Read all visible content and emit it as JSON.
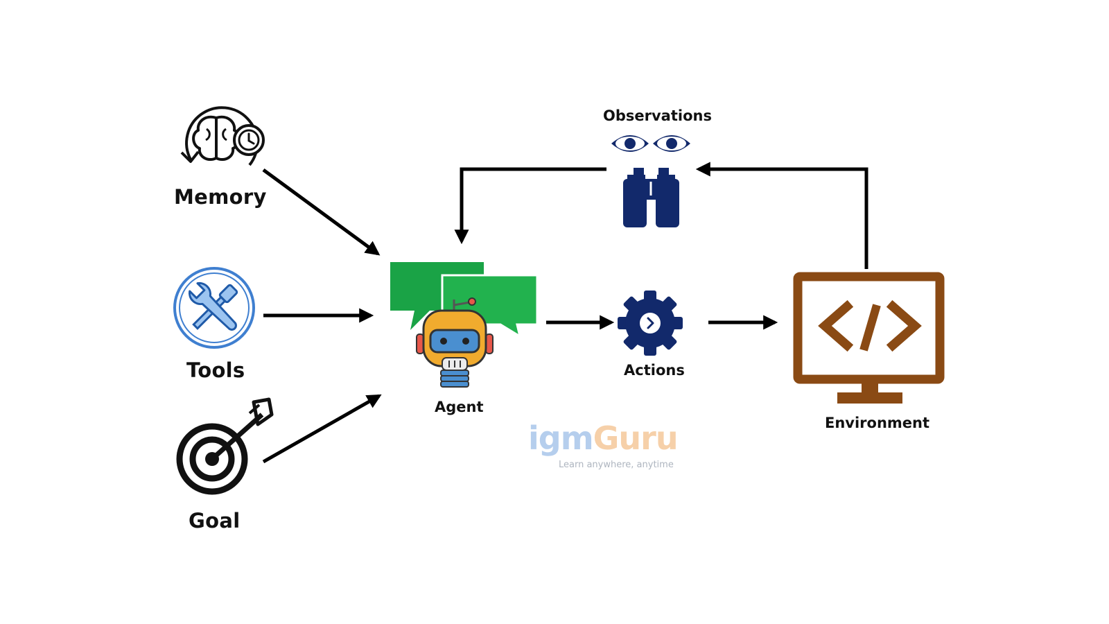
{
  "nodes": {
    "memory": {
      "label": "Memory",
      "icon": "brain-memory-icon"
    },
    "tools": {
      "label": "Tools",
      "icon": "tools-icon"
    },
    "goal": {
      "label": "Goal",
      "icon": "target-icon"
    },
    "agent": {
      "label": "Agent",
      "icon": "robot-agent-icon"
    },
    "actions": {
      "label": "Actions",
      "icon": "gear-icon"
    },
    "environment": {
      "label": "Environment",
      "icon": "code-monitor-icon"
    },
    "observations": {
      "label": "Observations",
      "icon": "binoculars-icon"
    }
  },
  "edges": [
    {
      "from": "memory",
      "to": "agent"
    },
    {
      "from": "tools",
      "to": "agent"
    },
    {
      "from": "goal",
      "to": "agent"
    },
    {
      "from": "agent",
      "to": "actions"
    },
    {
      "from": "actions",
      "to": "environment"
    },
    {
      "from": "environment",
      "to": "observations"
    },
    {
      "from": "observations",
      "to": "agent"
    }
  ],
  "watermark": {
    "brand_part1": "igm",
    "brand_part2": "Guru",
    "tagline": "Learn anywhere, anytime"
  },
  "colors": {
    "navy": "#12296b",
    "brown": "#8a4a14",
    "green": "#1aa346",
    "blue": "#3f7fd0",
    "orange": "#f1ab2e"
  }
}
